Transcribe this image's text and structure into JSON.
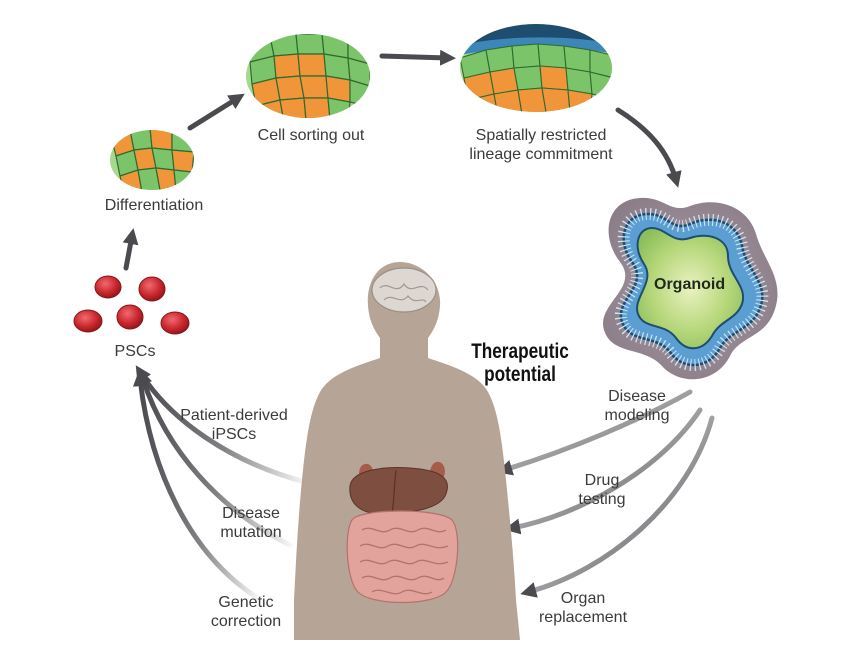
{
  "stages": {
    "psc": "PSCs",
    "differentiation": "Differentiation",
    "sorting": "Cell sorting out",
    "lineage": [
      "Spatially restricted",
      "lineage commitment"
    ],
    "organoid": "Organoid"
  },
  "center": {
    "title": [
      "Therapeutic",
      "potential"
    ]
  },
  "applications": {
    "disease_modeling": [
      "Disease",
      "modeling"
    ],
    "drug_testing": [
      "Drug",
      "testing"
    ],
    "organ_replacement": [
      "Organ",
      "replacement"
    ]
  },
  "sources": {
    "patient_ipsc": [
      "Patient-derived",
      "iPSCs"
    ],
    "disease_mutation": [
      "Disease",
      "mutation"
    ],
    "genetic_correction": [
      "Genetic",
      "correction"
    ]
  },
  "colors": {
    "arrow": "#4a4a4f",
    "psc_cell": "#c8262d",
    "green_cell": "#7cc46a",
    "orange_cell": "#f0953a",
    "organoid_border": "#5b9ed1",
    "organoid_core": "#b6d77a",
    "body": "#b6a497",
    "liver": "#7e4e40",
    "intestine": "#e2a39c",
    "brain": "#d8d2cc"
  }
}
